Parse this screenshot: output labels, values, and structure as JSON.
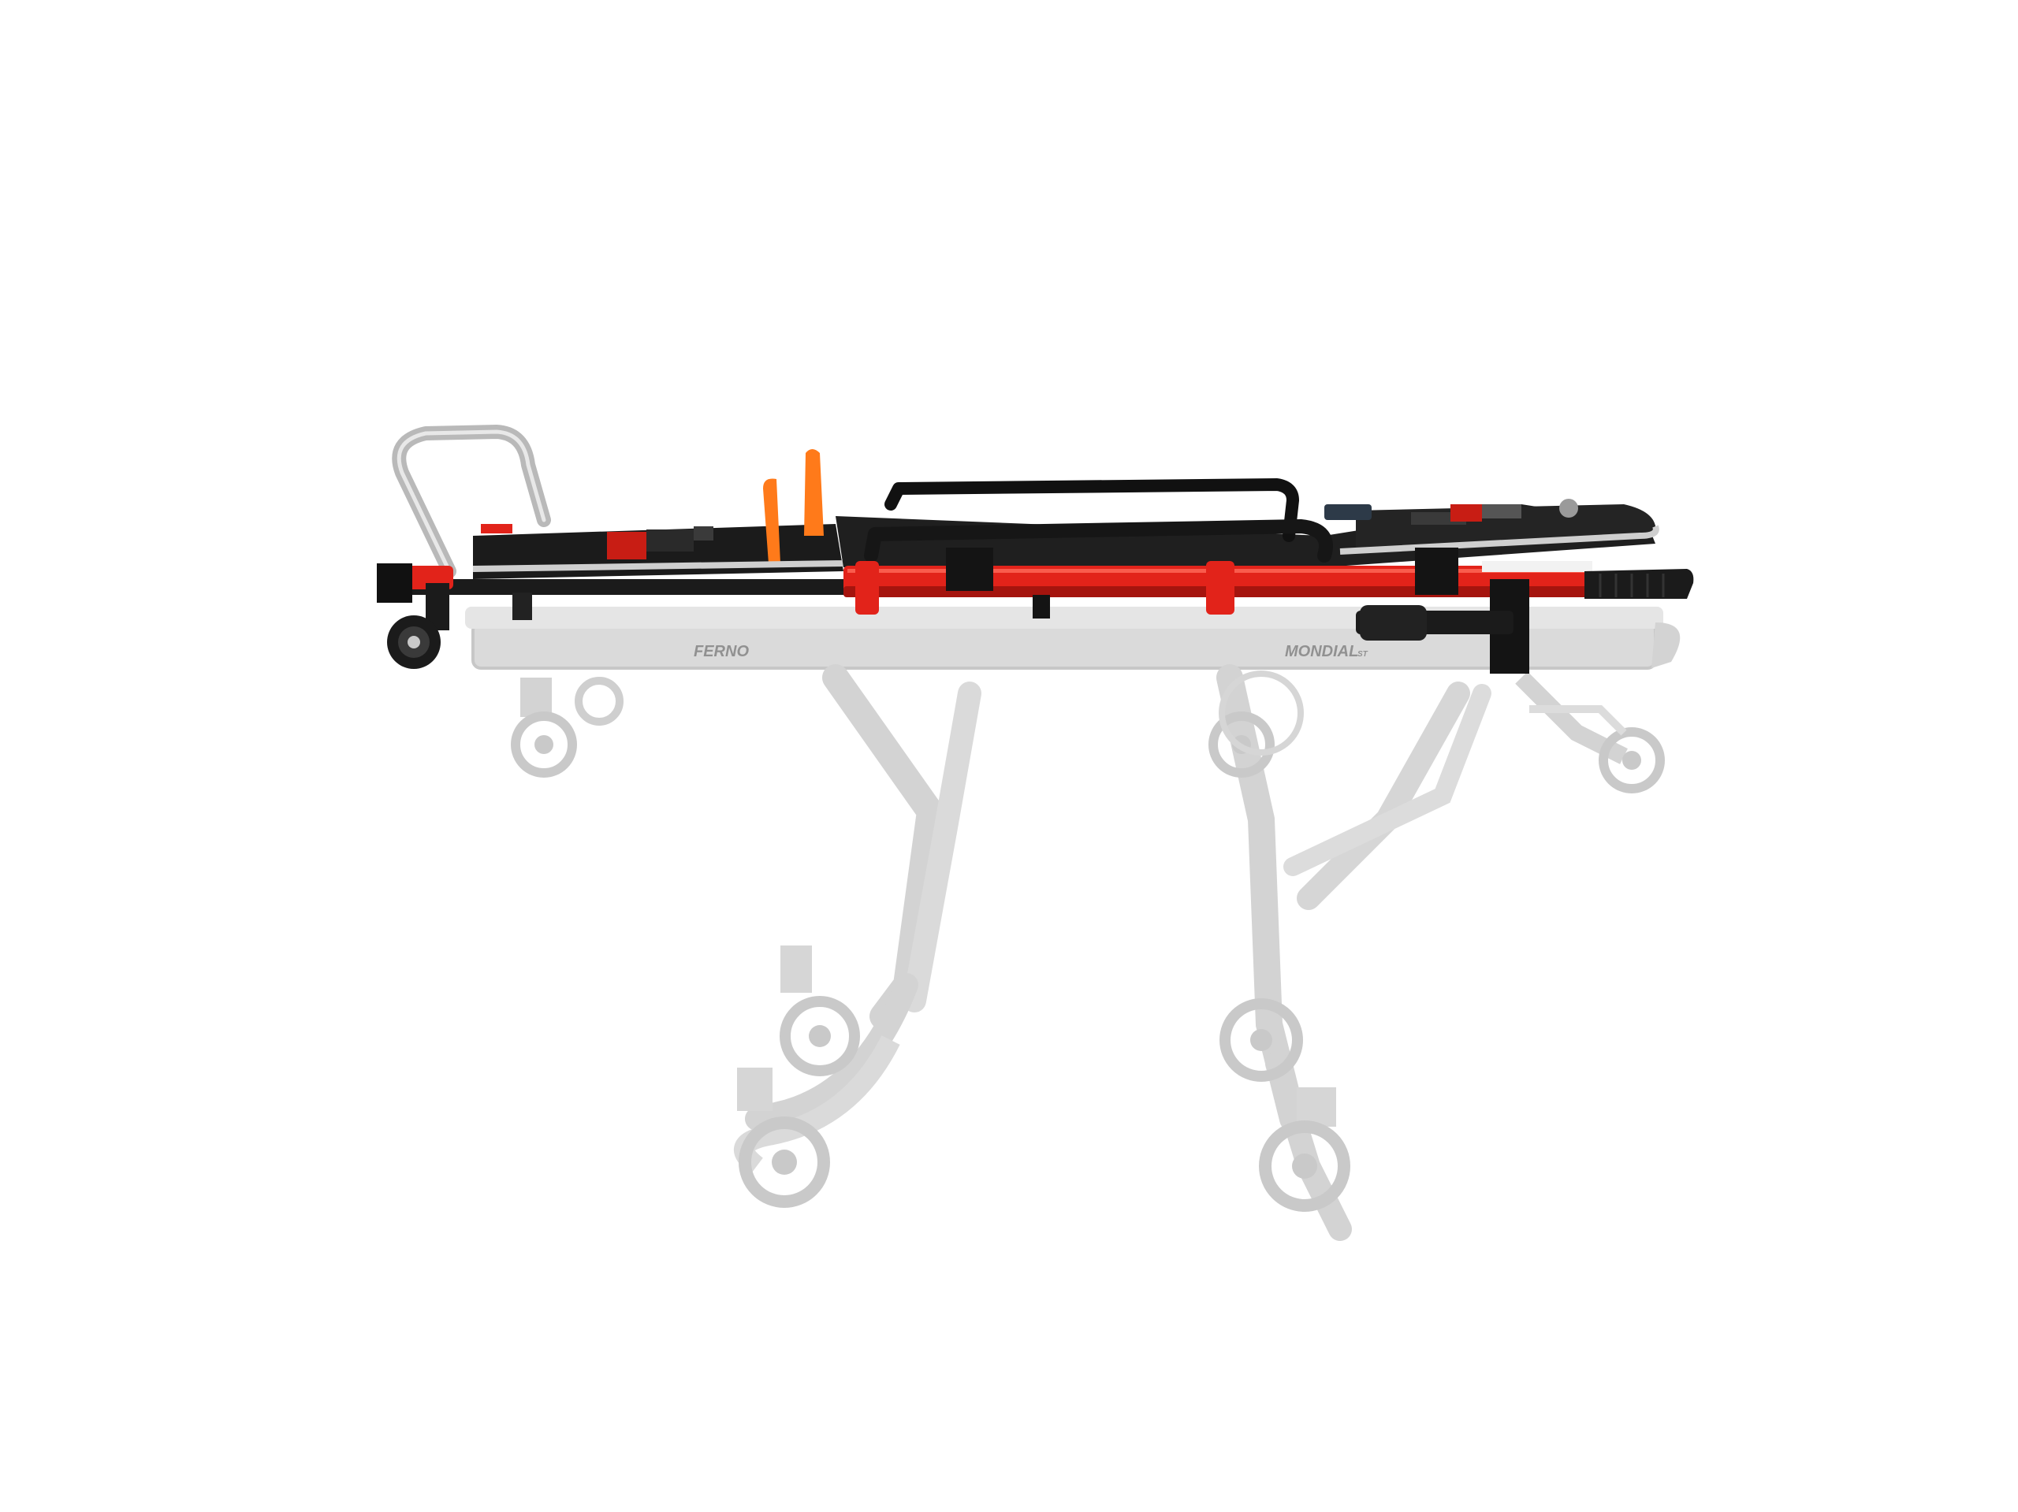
{
  "photo": {
    "background": "#ffffff",
    "colors": {
      "frame_ghost": "#c9c9c9",
      "frame_ghost_dark": "#b3b3b3",
      "rail_red": "#e2231a",
      "rail_red_dark": "#a5140e",
      "deck_black": "#1b1b1b",
      "metal_silver": "#b9b9b9",
      "strap_orange": "#ff7a1a"
    }
  },
  "labels": {
    "brand": "FERNO",
    "model": "MONDIAL",
    "model_suffix": "ST"
  }
}
